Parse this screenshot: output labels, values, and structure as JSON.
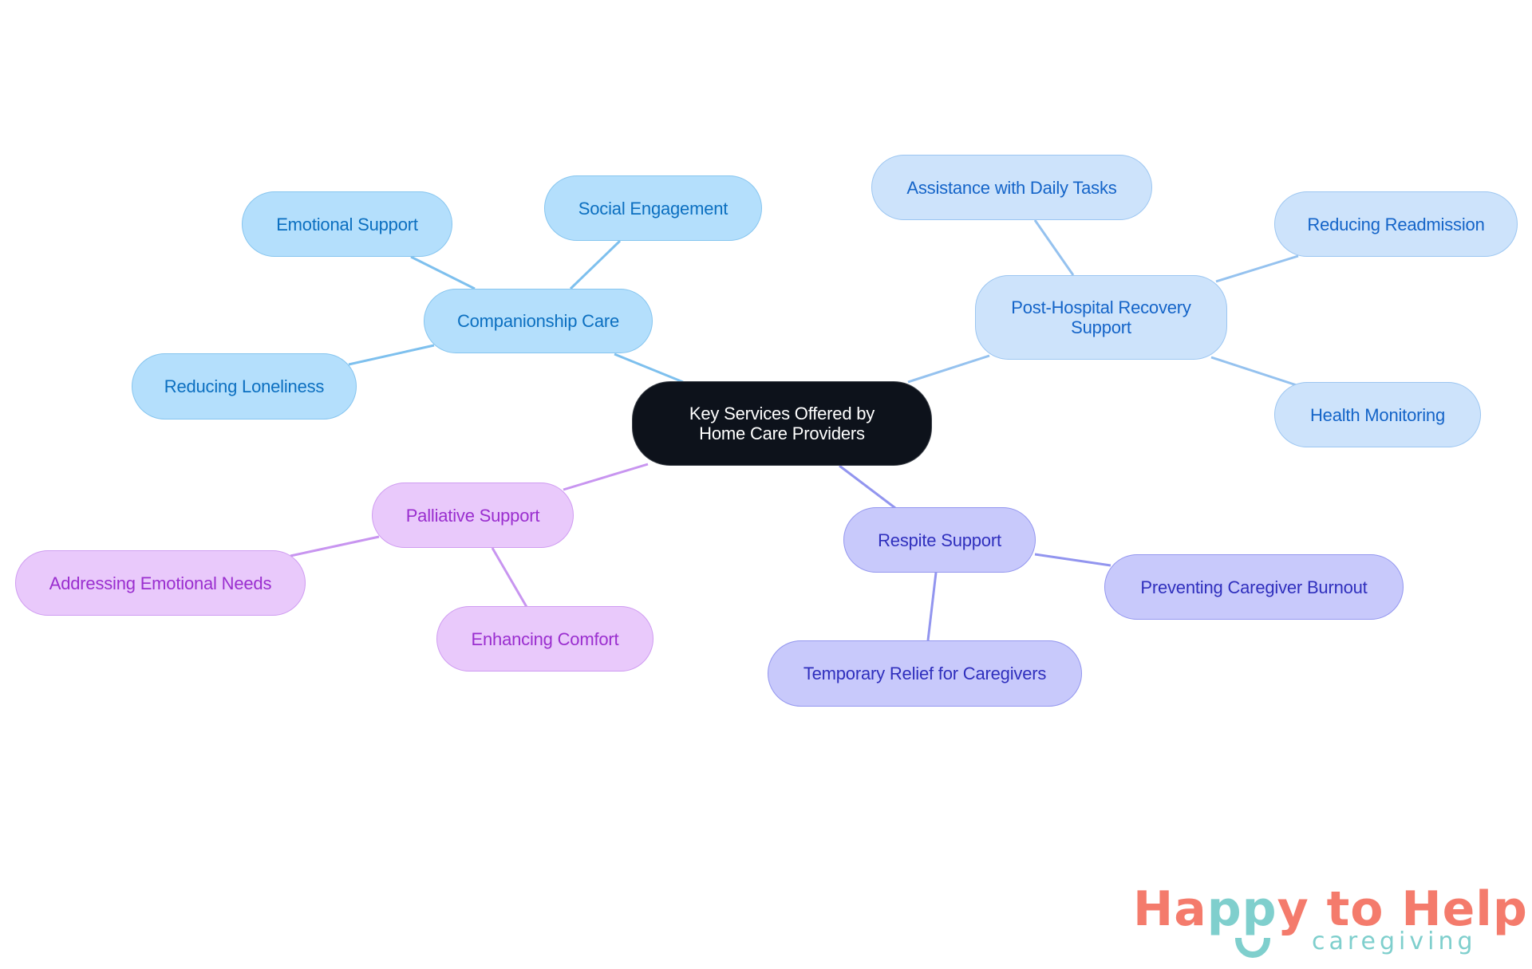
{
  "diagram": {
    "type": "mind-map",
    "root": {
      "label": "Key Services Offered by Home Care Providers"
    },
    "branches": [
      {
        "label": "Companionship Care",
        "colors": {
          "fill": "#b4dffc",
          "stroke": "#86c5ef",
          "text": "#0b6fc0",
          "edge": "#7ec0ee"
        },
        "children": [
          {
            "label": "Emotional Support"
          },
          {
            "label": "Social Engagement"
          },
          {
            "label": "Reducing Loneliness"
          }
        ]
      },
      {
        "label": "Post-Hospital Recovery Support",
        "colors": {
          "fill": "#cde3fb",
          "stroke": "#9cc6f1",
          "text": "#1464c8",
          "edge": "#95c2ef"
        },
        "children": [
          {
            "label": "Assistance with Daily Tasks"
          },
          {
            "label": "Reducing Readmission"
          },
          {
            "label": "Health Monitoring"
          }
        ]
      },
      {
        "label": "Respite Support",
        "colors": {
          "fill": "#c8c9fb",
          "stroke": "#9396ef",
          "text": "#2f2fbd",
          "edge": "#9295ef"
        },
        "children": [
          {
            "label": "Preventing Caregiver Burnout"
          },
          {
            "label": "Temporary Relief for Caregivers"
          }
        ]
      },
      {
        "label": "Palliative Support",
        "colors": {
          "fill": "#e9c9fb",
          "stroke": "#cf9cf1",
          "text": "#9a2ecf",
          "edge": "#c895f0"
        },
        "children": [
          {
            "label": "Addressing Emotional Needs"
          },
          {
            "label": "Enhancing Comfort"
          }
        ]
      }
    ]
  },
  "logo": {
    "part1": "Ha",
    "part2": "pp",
    "part3": "y to Help",
    "tagline": "caregiving",
    "colors": {
      "primary": "#f47b6c",
      "accent": "#7fcfcd"
    }
  }
}
